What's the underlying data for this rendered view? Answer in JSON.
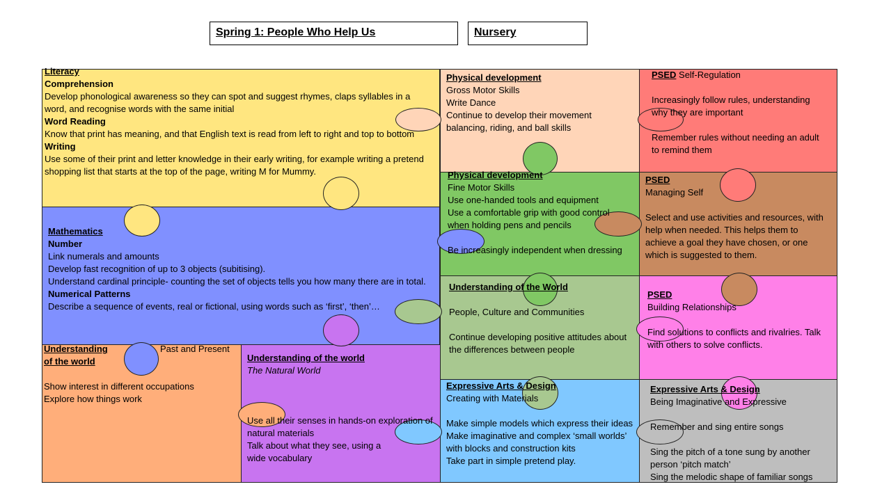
{
  "header": {
    "term_title": "Spring 1: People Who Help Us",
    "year_group": "Nursery"
  },
  "literacy": {
    "heading": "Literacy",
    "comprehension_title": "Comprehension",
    "comprehension_text": "Develop phonological awareness so they can spot and suggest rhymes, claps syllables in a word, and recognise words with the same initial",
    "word_reading_title": "Word Reading",
    "word_reading_text": "Know that print has meaning, and that English text is read from left to right and top to bottom",
    "writing_title": "Writing",
    "writing_text": "Use some of their print and letter knowledge in their early writing, for example writing a pretend shopping list that starts at the top of the page, writing M for Mummy."
  },
  "physical_gross": {
    "heading": "Physical development",
    "line1": "Gross Motor Skills",
    "line2": "Write Dance",
    "line3": "Continue to develop their movement balancing, riding, and ball skills"
  },
  "psed_self_regulation": {
    "heading": "PSED",
    "heading_suffix": " Self-Regulation",
    "line1": "Increasingly follow rules, understanding why they are important",
    "line2": "Remember rules without needing an adult to remind them"
  },
  "physical_fine": {
    "heading": "Physical development",
    "line1": "Fine Motor Skills",
    "line2": "Use one-handed tools and equipment",
    "line3": "Use a comfortable grip with good control when holding pens and pencils",
    "line4": "Be increasingly independent when dressing"
  },
  "psed_managing_self": {
    "heading": "PSED",
    "line1": "Managing Self",
    "line2": "Select and use activities and resources, with help when needed. This helps them to achieve a goal they have chosen, or one which is suggested to them."
  },
  "mathematics": {
    "heading": "Mathematics",
    "number_title": "Number",
    "line1": "Link numerals and amounts",
    "line2": "Develop fast recognition of up to 3 objects (subitising).",
    "line3": "Understand cardinal principle- counting the set of objects tells you how many there are in total.",
    "patterns_title": "Numerical Patterns",
    "line4": "Describe a sequence of events, real or fictional, using words such as ‘first’, ‘then’…"
  },
  "utw_culture": {
    "heading": "Understanding of the World",
    "line1": "People, Culture and Communities",
    "line2": "Continue developing positive attitudes about the differences between people"
  },
  "psed_relationships": {
    "heading": "PSED",
    "line1": "Building Relationships",
    "line2": "Find solutions to conflicts and rivalries. Talk with others to solve conflicts."
  },
  "utw_past": {
    "heading_line1": "Understanding",
    "heading_line2": "of the world",
    "aside": "Past and Present",
    "line1": "Show interest in different occupations",
    "line2": "Explore how things work"
  },
  "utw_natural": {
    "heading": "Understanding of the world",
    "subtitle": "The Natural World",
    "line1": "Use all their senses in hands-on exploration of natural materials",
    "line2": "Talk about what they see, using a wide vocabulary"
  },
  "ead_materials": {
    "heading": "Expressive Arts & Design",
    "line1": "Creating with Materials",
    "line2": "Make simple models which express their ideas",
    "line3": "Make imaginative and complex ‘small worlds’ with blocks and construction kits",
    "line4": "Take part in simple pretend play."
  },
  "ead_imaginative": {
    "heading": "Expressive Arts & Design",
    "line1": "Being Imaginative and Expressive",
    "line2": "Remember and sing entire songs",
    "line3": "Sing the pitch of a tone sung by another person ‘pitch match’",
    "line4": "Sing the melodic shape of familiar songs"
  },
  "colors": {
    "yellow": "#FFE680",
    "peach": "#FFD5B8",
    "red": "#FF7B78",
    "green": "#80C864",
    "brown": "#C88A60",
    "blue": "#8090FF",
    "sage": "#A8C890",
    "pink": "#FF80E8",
    "orange": "#FFAE7A",
    "purple": "#C874F0",
    "skyblue": "#80C8FF",
    "grey": "#BEBEBE"
  }
}
